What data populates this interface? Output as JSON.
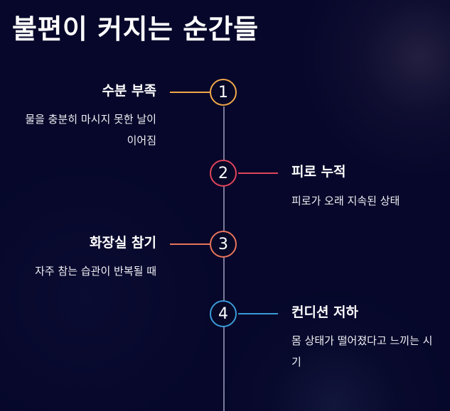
{
  "title": "불편이 커지는 순간들",
  "steps": [
    {
      "number": "1",
      "title": "수분 부족",
      "description": "물을 충분히 마시지 못한 날이 이어짐",
      "color": "#f0a84a",
      "side": "left"
    },
    {
      "number": "2",
      "title": "피로 누적",
      "description": "피로가 오래 지속된 상태",
      "color": "#e0445c",
      "side": "right"
    },
    {
      "number": "3",
      "title": "화장실 참기",
      "description": "자주 참는 습관이 반복될 때",
      "color": "#e8745c",
      "side": "left"
    },
    {
      "number": "4",
      "title": "컨디션 저하",
      "description": "몸 상태가 떨어졌다고 느끼는 시기",
      "color": "#3a9ad8",
      "side": "right"
    }
  ]
}
